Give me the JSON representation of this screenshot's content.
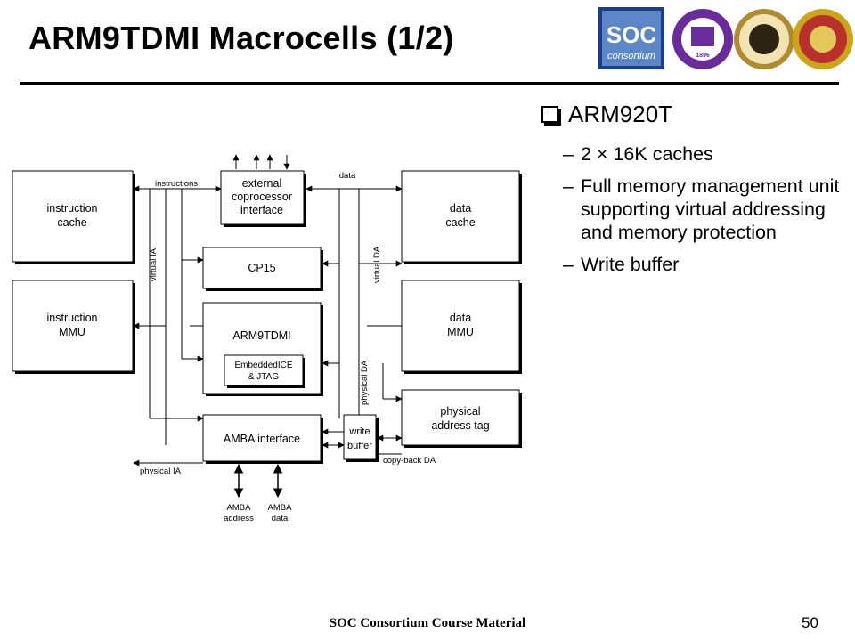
{
  "slide": {
    "title": "ARM9TDMI Macrocells (1/2)",
    "footer": "SOC Consortium Course Material",
    "page_number": "50"
  },
  "bullets": {
    "main": "ARM920T",
    "items": [
      "2 × 16K caches",
      "Full memory management unit supporting virtual addressing and memory protection",
      "Write buffer"
    ]
  },
  "logos": {
    "soc_line1": "SOC",
    "soc_line2": "consortium",
    "seal_year": "1896"
  },
  "diagram": {
    "blocks": {
      "icache": [
        "instruction",
        "cache"
      ],
      "immu": [
        "instruction",
        "MMU"
      ],
      "coproc": [
        "external",
        "coprocessor",
        "interface"
      ],
      "cp15": "CP15",
      "core": "ARM9TDMI",
      "ice": [
        "EmbeddedICE",
        "& JTAG"
      ],
      "amba": "AMBA interface",
      "dcache": [
        "data",
        "cache"
      ],
      "dmmu": [
        "data",
        "MMU"
      ],
      "ptag": [
        "physical",
        "address tag"
      ],
      "wbuf": [
        "write",
        "buffer"
      ]
    },
    "labels": {
      "instructions": "instructions",
      "data": "data",
      "virtual_ia": "virtual IA",
      "virtual_da": "virtual DA",
      "physical_da": "physical DA",
      "physical_ia": "physical IA",
      "copyback_da": "copy-back DA",
      "amba_address": [
        "AMBA",
        "address"
      ],
      "amba_data": [
        "AMBA",
        "data"
      ]
    }
  }
}
